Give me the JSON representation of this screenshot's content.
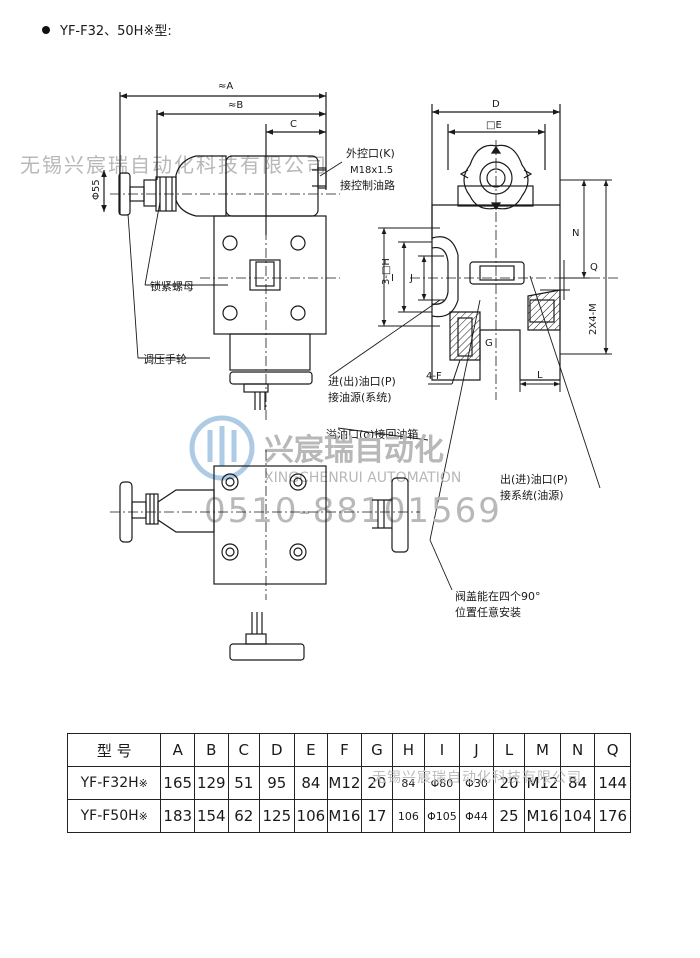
{
  "heading": "YF-F32、50H※型:",
  "watermark": {
    "company_top": "无锡兴宸瑞自动化科技有限公司",
    "brand_cn": "兴宸瑞自动化",
    "brand_en": "XINGCHENRUI AUTOMATION",
    "phone": "0510-88101569",
    "table_overlay": "无锡兴宸瑞自动化科技有限公司"
  },
  "labels": {
    "external_port": "外控口(K)",
    "external_thread": "M18x1.5",
    "external_note": "接控制油路",
    "lock_nut": "锁紧螺母",
    "handwheel": "调压手轮",
    "inlet_line1": "进(出)油口(P)",
    "inlet_line2": "接油源(系统)",
    "overflow": "溢油口(o)接回油箱",
    "outlet_line1": "出(进)油口(P)",
    "outlet_line2": "接系统(油源)",
    "cover_line1": "阀盖能在四个90°",
    "cover_line2": "位置任意安装"
  },
  "dims": {
    "A": "≈A",
    "B": "≈B",
    "C": "C",
    "D": "D",
    "E": "□E",
    "phi55": "Φ55",
    "H": "3-□H",
    "I": "I",
    "J": "J",
    "F": "4-F",
    "G": "G",
    "L": "L",
    "N": "N",
    "Q": "Q",
    "M": "2X4-M"
  },
  "table": {
    "headers": [
      "型 号",
      "A",
      "B",
      "C",
      "D",
      "E",
      "F",
      "G",
      "H",
      "I",
      "J",
      "L",
      "M",
      "N",
      "Q"
    ],
    "rows": [
      {
        "model": "YF-F32H",
        "mark": "※",
        "A": "165",
        "B": "129",
        "C": "51",
        "D": "95",
        "E": "84",
        "F": "M12",
        "G": "20",
        "H": "84",
        "I": "Φ80",
        "J": "Φ30",
        "L": "20",
        "M": "M12",
        "N": "84",
        "Q": "144"
      },
      {
        "model": "YF-F50H",
        "mark": "※",
        "A": "183",
        "B": "154",
        "C": "62",
        "D": "125",
        "E": "106",
        "F": "M16",
        "G": "17",
        "H": "106",
        "I": "Φ105",
        "J": "Φ44",
        "L": "25",
        "M": "M16",
        "N": "104",
        "Q": "176"
      }
    ]
  },
  "colors": {
    "line": "#1a1a1a",
    "watermark_gray": "#b8b8b8",
    "logo_blue": "#9fc3e0"
  }
}
